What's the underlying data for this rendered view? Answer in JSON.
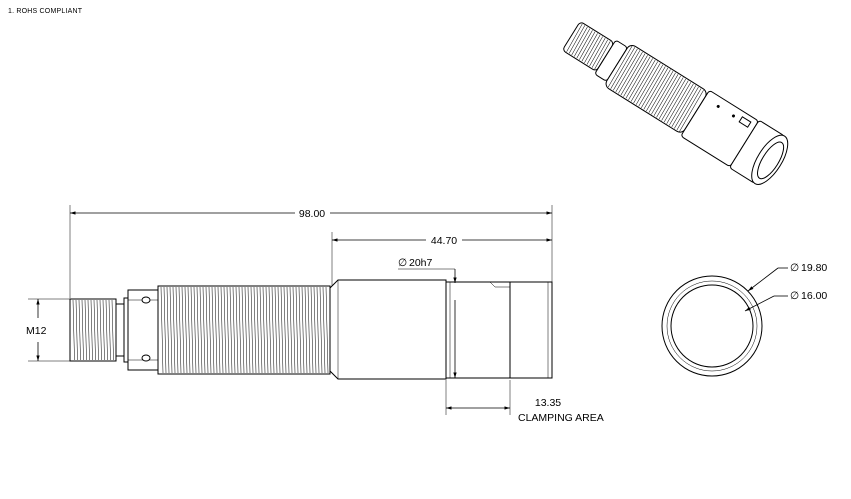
{
  "notes": {
    "rohs": "1.  ROHS COMPLIANT"
  },
  "dimensions": {
    "overall_length": "98.00",
    "front_length": "44.70",
    "bore_diameter": "20h7",
    "thread": "M12",
    "clamping_length": "13.35",
    "clamping_label": "CLAMPING AREA",
    "outer_diameter": "19.80",
    "inner_diameter": "16.00",
    "diameter_symbol": "∅"
  }
}
